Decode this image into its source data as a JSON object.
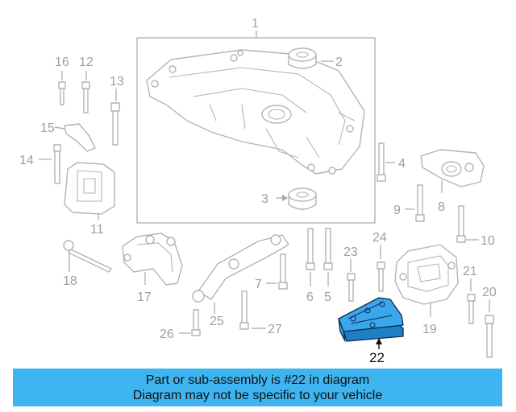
{
  "diagram": {
    "callouts": {
      "c1": "1",
      "c2": "2",
      "c3": "3",
      "c4": "4",
      "c5": "5",
      "c6": "6",
      "c7": "7",
      "c8": "8",
      "c9": "9",
      "c10": "10",
      "c11": "11",
      "c12": "12",
      "c13": "13",
      "c14": "14",
      "c15": "15",
      "c16": "16",
      "c17": "17",
      "c18": "18",
      "c19": "19",
      "c20": "20",
      "c21": "21",
      "c22": "22",
      "c23": "23",
      "c24": "24",
      "c25": "25",
      "c26": "26",
      "c27": "27"
    },
    "highlighted_part": "22",
    "highlight_color": "#3aa7ea",
    "banner_color": "#3eb4f0"
  },
  "banner": {
    "line1": "Part or sub-assembly is #22 in diagram",
    "line2": "Diagram may not be specific to your vehicle"
  }
}
